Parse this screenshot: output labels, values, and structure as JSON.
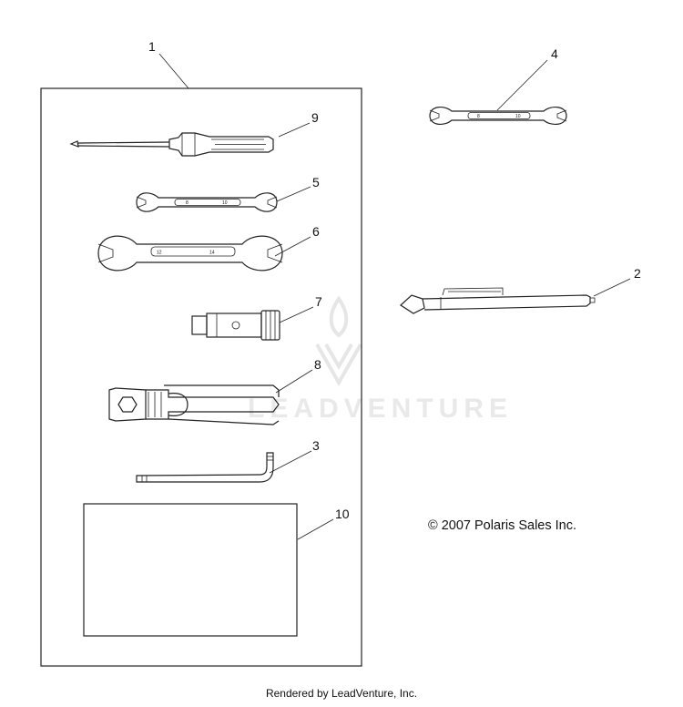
{
  "callouts": {
    "c1": "1",
    "c2": "2",
    "c3": "3",
    "c4": "4",
    "c5": "5",
    "c6": "6",
    "c7": "7",
    "c8": "8",
    "c9": "9",
    "c10": "10"
  },
  "wrench_sizes": {
    "w4_left": "8",
    "w4_right": "10",
    "w5_left": "8",
    "w5_right": "10",
    "w6_left": "12",
    "w6_right": "14"
  },
  "copyright": "© 2007 Polaris Sales Inc.",
  "footer": "Rendered by LeadVenture, Inc.",
  "watermark": {
    "logo_icon": "leadventure-flame-logo-icon",
    "text": "LEADVENTURE",
    "color": "#e9e9e9"
  },
  "colors": {
    "line": "#222222",
    "background": "#ffffff"
  }
}
